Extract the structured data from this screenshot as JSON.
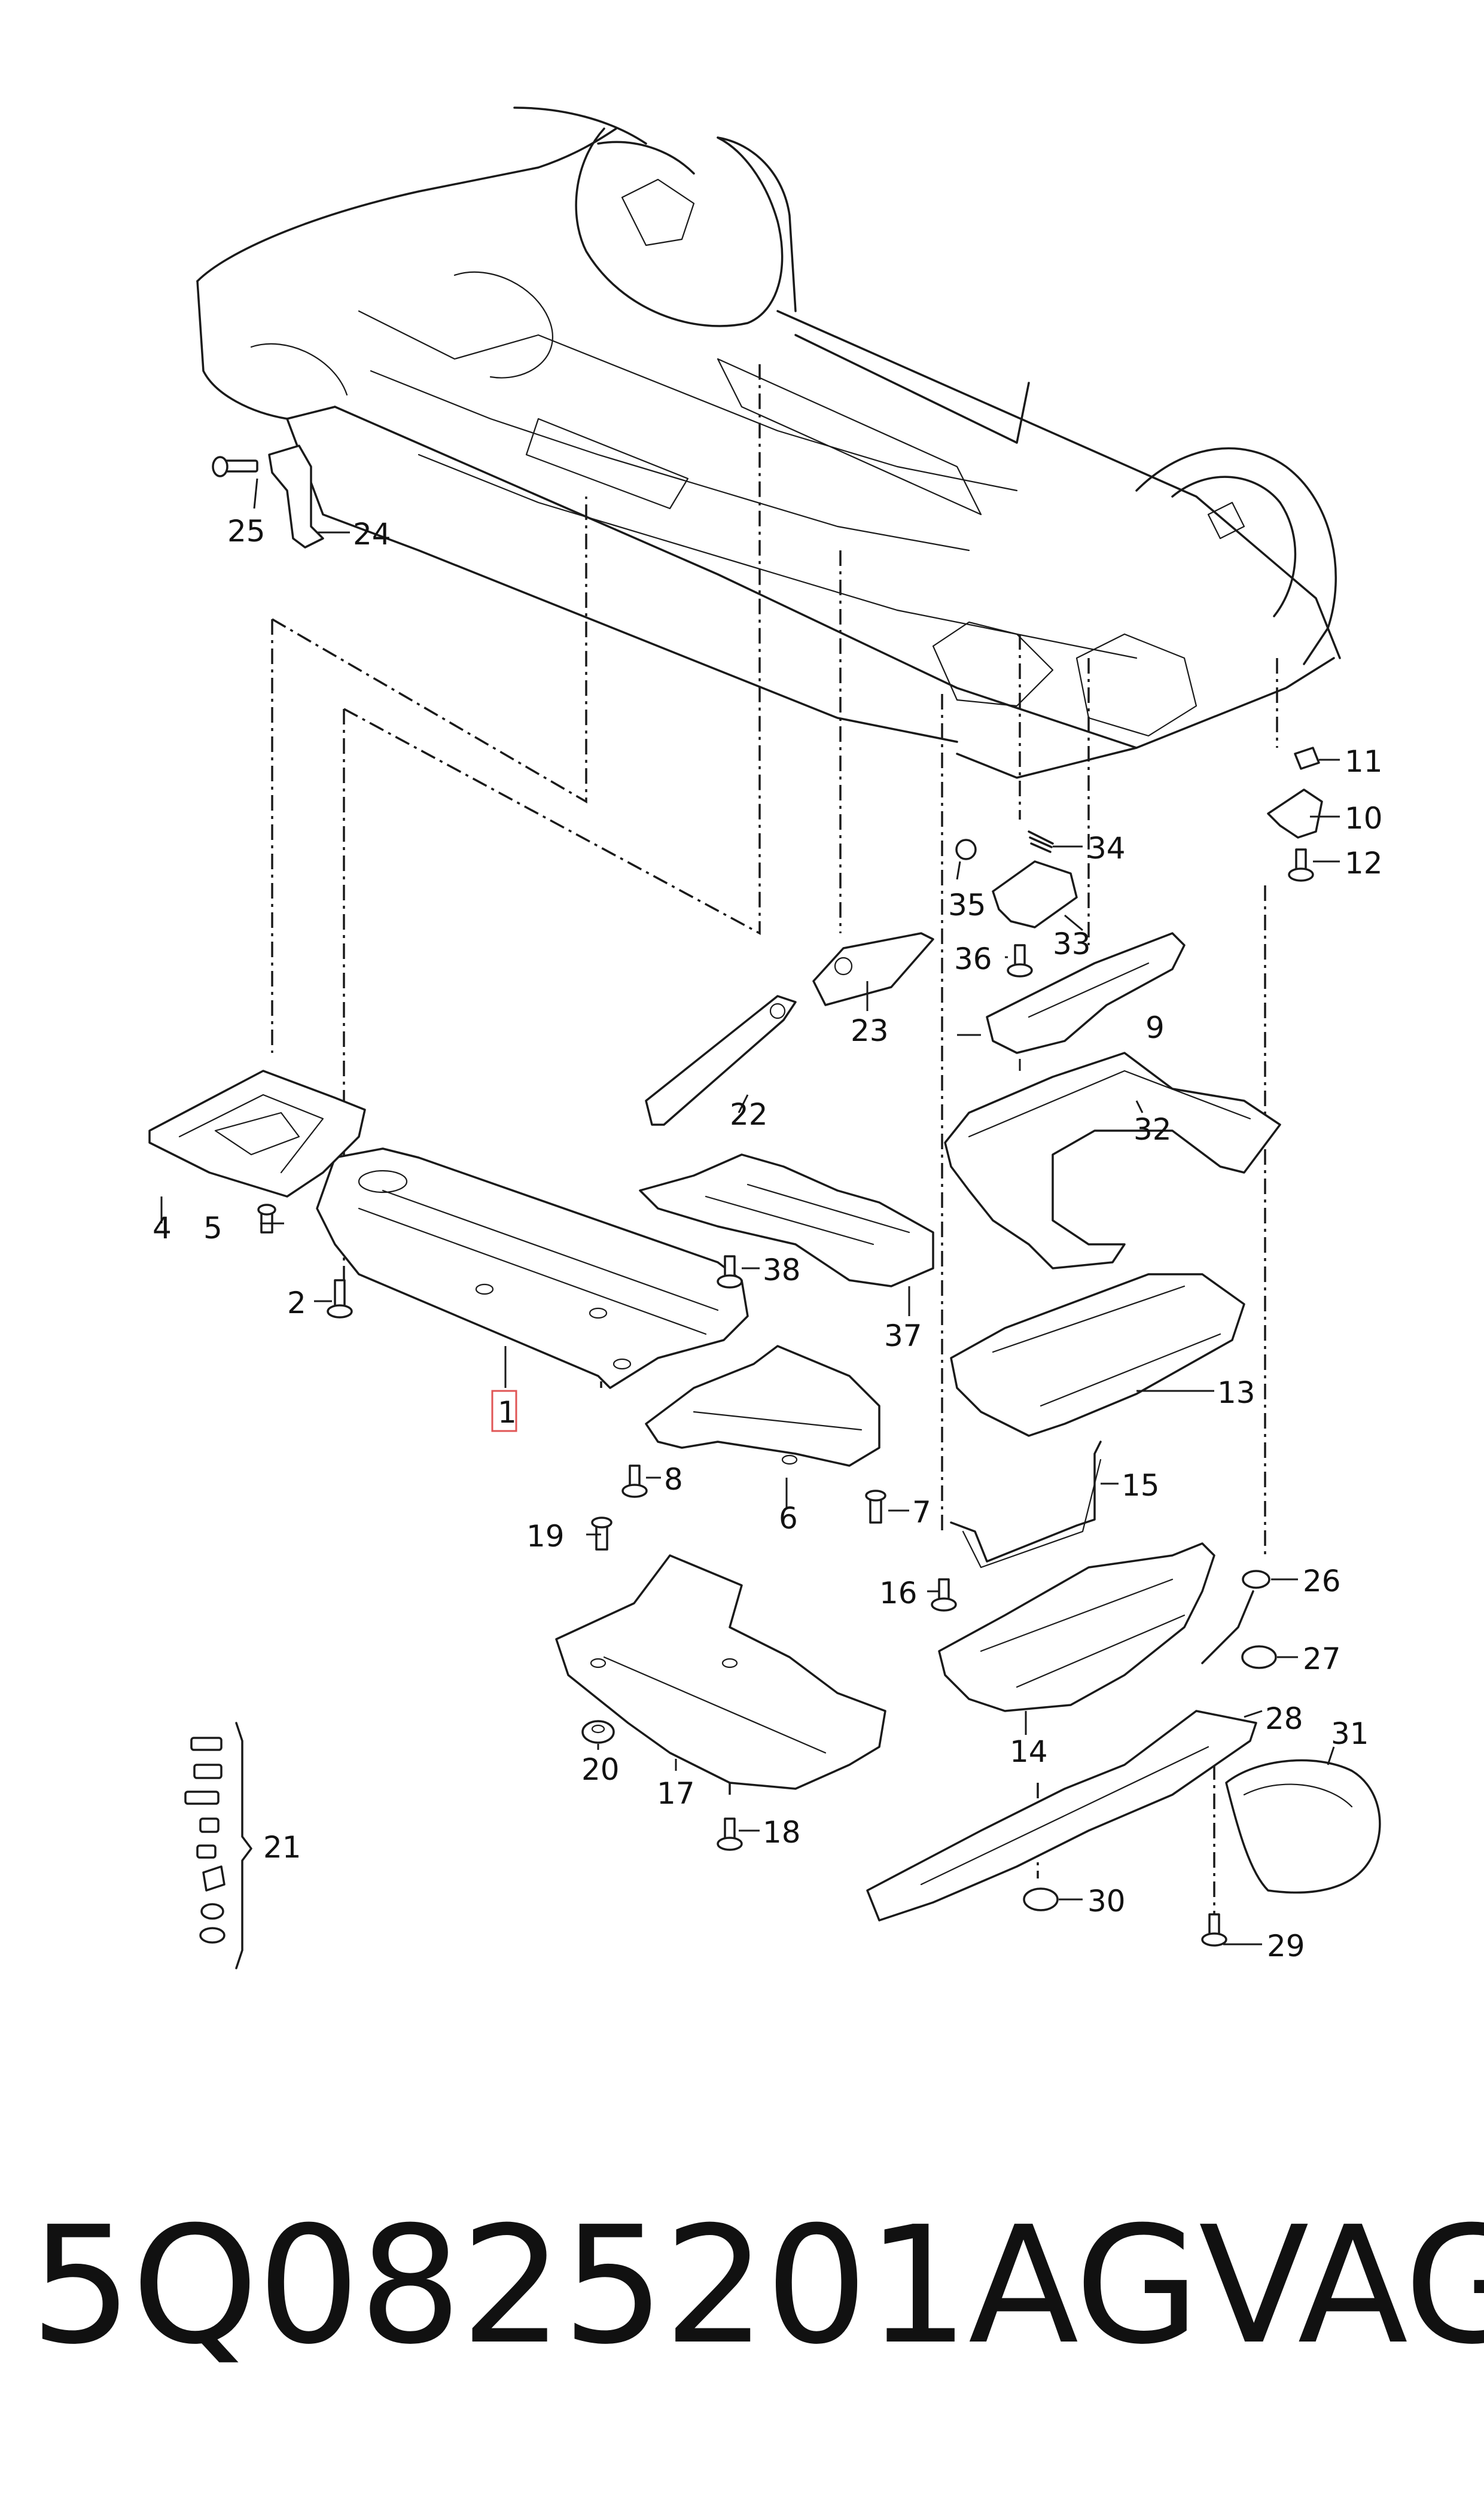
{
  "caption": {
    "part_number": "5Q0825201AG",
    "brand": "VAG"
  },
  "callouts": {
    "c1": "1",
    "c2": "2",
    "c4": "4",
    "c5": "5",
    "c6": "6",
    "c7": "7",
    "c8": "8",
    "c9": "9",
    "c10": "10",
    "c11": "11",
    "c12": "12",
    "c13": "13",
    "c14": "14",
    "c15": "15",
    "c16": "16",
    "c17": "17",
    "c18": "18",
    "c19": "19",
    "c20": "20",
    "c21": "21",
    "c22": "22",
    "c23": "23",
    "c24": "24",
    "c25": "25",
    "c26": "26",
    "c27": "27",
    "c28": "28",
    "c29": "29",
    "c30": "30",
    "c31": "31",
    "c32": "32",
    "c33": "33",
    "c34": "34",
    "c35": "35",
    "c36": "36",
    "c37": "37",
    "c38": "38"
  },
  "highlighted_callout": "1",
  "highlight_color": "#e05555"
}
